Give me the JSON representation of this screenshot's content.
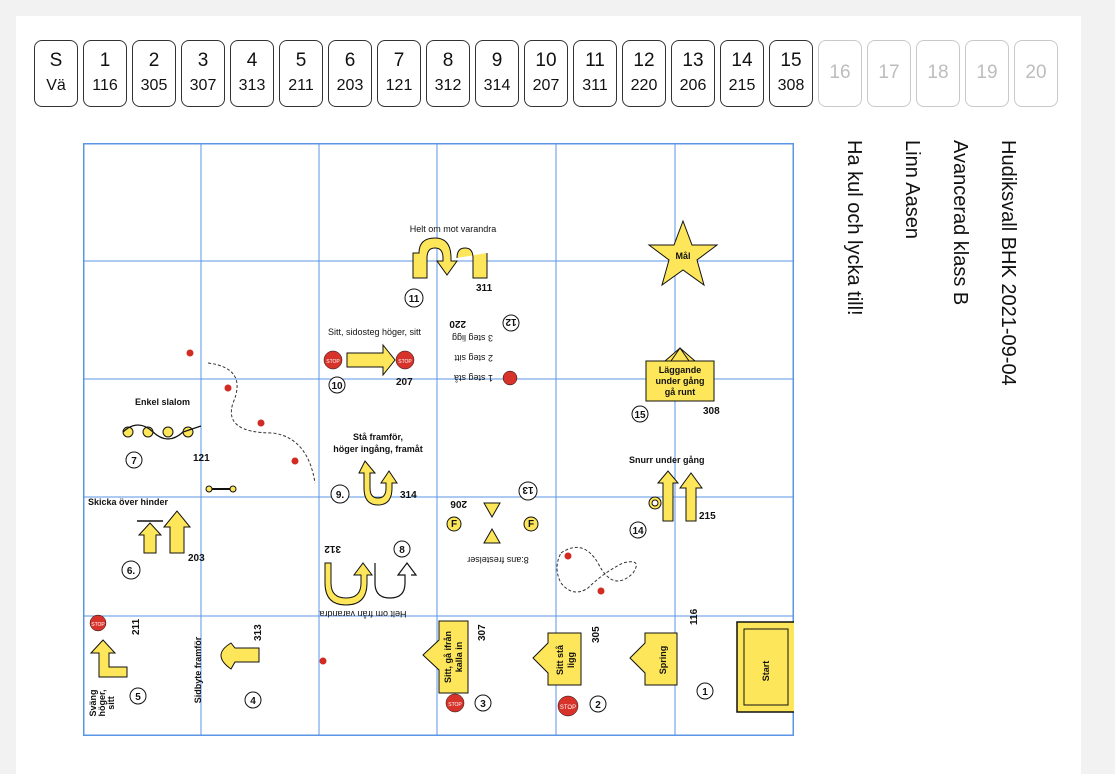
{
  "tabs": [
    {
      "n": "S",
      "v": "Vä",
      "enabled": true
    },
    {
      "n": "1",
      "v": "116",
      "enabled": true
    },
    {
      "n": "2",
      "v": "305",
      "enabled": true
    },
    {
      "n": "3",
      "v": "307",
      "enabled": true
    },
    {
      "n": "4",
      "v": "313",
      "enabled": true
    },
    {
      "n": "5",
      "v": "211",
      "enabled": true
    },
    {
      "n": "6",
      "v": "203",
      "enabled": true
    },
    {
      "n": "7",
      "v": "121",
      "enabled": true
    },
    {
      "n": "8",
      "v": "312",
      "enabled": true
    },
    {
      "n": "9",
      "v": "314",
      "enabled": true
    },
    {
      "n": "10",
      "v": "207",
      "enabled": true
    },
    {
      "n": "11",
      "v": "311",
      "enabled": true
    },
    {
      "n": "12",
      "v": "220",
      "enabled": true
    },
    {
      "n": "13",
      "v": "206",
      "enabled": true
    },
    {
      "n": "14",
      "v": "215",
      "enabled": true
    },
    {
      "n": "15",
      "v": "308",
      "enabled": true
    },
    {
      "n": "16",
      "v": "",
      "enabled": false
    },
    {
      "n": "17",
      "v": "",
      "enabled": false
    },
    {
      "n": "18",
      "v": "",
      "enabled": false
    },
    {
      "n": "19",
      "v": "",
      "enabled": false
    },
    {
      "n": "20",
      "v": "",
      "enabled": false
    }
  ],
  "title": {
    "event": "Hudiksvall BHK 2021-09-04",
    "class_name": "Avancerad klass B",
    "judge": "Linn Aasen",
    "greeting": "Ha kul och lycka till!"
  },
  "course": {
    "start": "Start",
    "goal": "Mål",
    "s1_num": "1",
    "s1_label": "Spring",
    "s1_code": "116",
    "s2_num": "2",
    "s2_label_a": "Sitt stå",
    "s2_label_b": "ligg",
    "s2_code": "305",
    "s3_num": "3",
    "s3_label_a": "Sitt, gå ifrån",
    "s3_label_b": "kalla in",
    "s3_code": "307",
    "s4_num": "4",
    "s4_label": "Sidbyte framför",
    "s4_code": "313",
    "s5_num": "5",
    "s5_label_a": "Sväng",
    "s5_label_b": "höger,",
    "s5_label_c": "sitt",
    "s5_code": "211",
    "s6_num": "6.",
    "s6_label": "Skicka över hinder",
    "s6_code": "203",
    "s7_num": "7",
    "s7_label": "Enkel slalom",
    "s7_code": "121",
    "s8_num": "8",
    "s8_label": "Helt om från varandra",
    "s8_code": "312",
    "s9_num": "9.",
    "s9_label_a": "Stå framför,",
    "s9_label_b": "höger ingång, framåt",
    "s9_code": "314",
    "s10_num": "10",
    "s10_label": "Sitt, sidosteg höger, sitt",
    "s10_code": "207",
    "s11_num": "11",
    "s11_label": "Helt om mot varandra",
    "s11_code": "311",
    "s12_num": "12",
    "s12_line1": "1 steg stå",
    "s12_line2": "2 steg sitt",
    "s12_line3": "3 steg ligg",
    "s12_code": "220",
    "s13_num": "13",
    "s13_label": "8:ans frestelser",
    "s13_code": "206",
    "s14_num": "14",
    "s14_label": "Snurr under gång",
    "s14_code": "215",
    "s15_num": "15",
    "s15_label_a": "Läggande",
    "s15_label_b": "under gång",
    "s15_label_c": "gå runt",
    "s15_code": "308",
    "stop": "STOP",
    "f_marker": "F"
  },
  "colors": {
    "grid": "#5b96e6",
    "sign_fill": "#fde65a",
    "stop_red": "#d8332b",
    "cone_red": "#d22b22"
  }
}
